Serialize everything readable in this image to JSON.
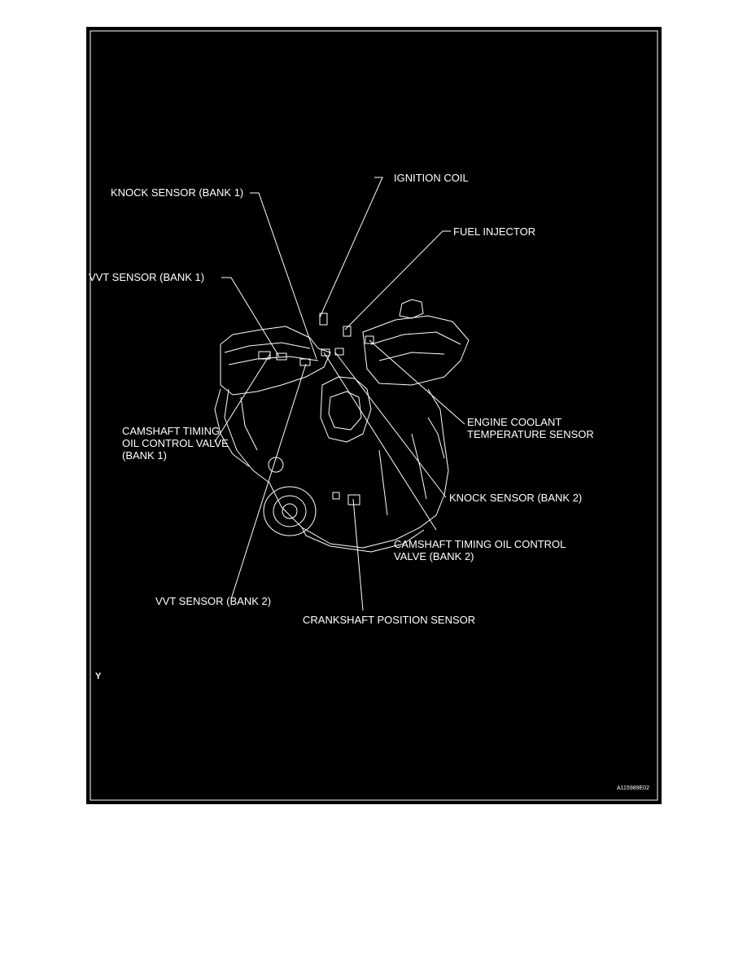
{
  "figure": {
    "side_mark": "Y",
    "figure_id": "A115989E02",
    "colors": {
      "background": "#000000",
      "line": "#ffffff",
      "page": "#ffffff"
    }
  },
  "labels": {
    "ignition_coil": [
      "IGNITION COIL"
    ],
    "knock_sensor_bank1": [
      "KNOCK SENSOR (BANK 1)"
    ],
    "fuel_injector": [
      "FUEL INJECTOR"
    ],
    "vvt_sensor_bank1": [
      "VVT SENSOR (BANK 1)"
    ],
    "engine_coolant_temp_sensor": [
      "ENGINE COOLANT",
      "TEMPERATURE SENSOR"
    ],
    "camshaft_timing_ocv_bank1": [
      "CAMSHAFT TIMING",
      "OIL CONTROL VALVE",
      "(BANK 1)"
    ],
    "knock_sensor_bank2": [
      "KNOCK SENSOR (BANK 2)"
    ],
    "camshaft_timing_ocv_bank2": [
      "CAMSHAFT TIMING OIL CONTROL",
      "VALVE (BANK 2)"
    ],
    "vvt_sensor_bank2": [
      "VVT SENSOR (BANK 2)"
    ],
    "crankshaft_position_sensor": [
      "CRANKSHAFT POSITION SENSOR"
    ]
  }
}
